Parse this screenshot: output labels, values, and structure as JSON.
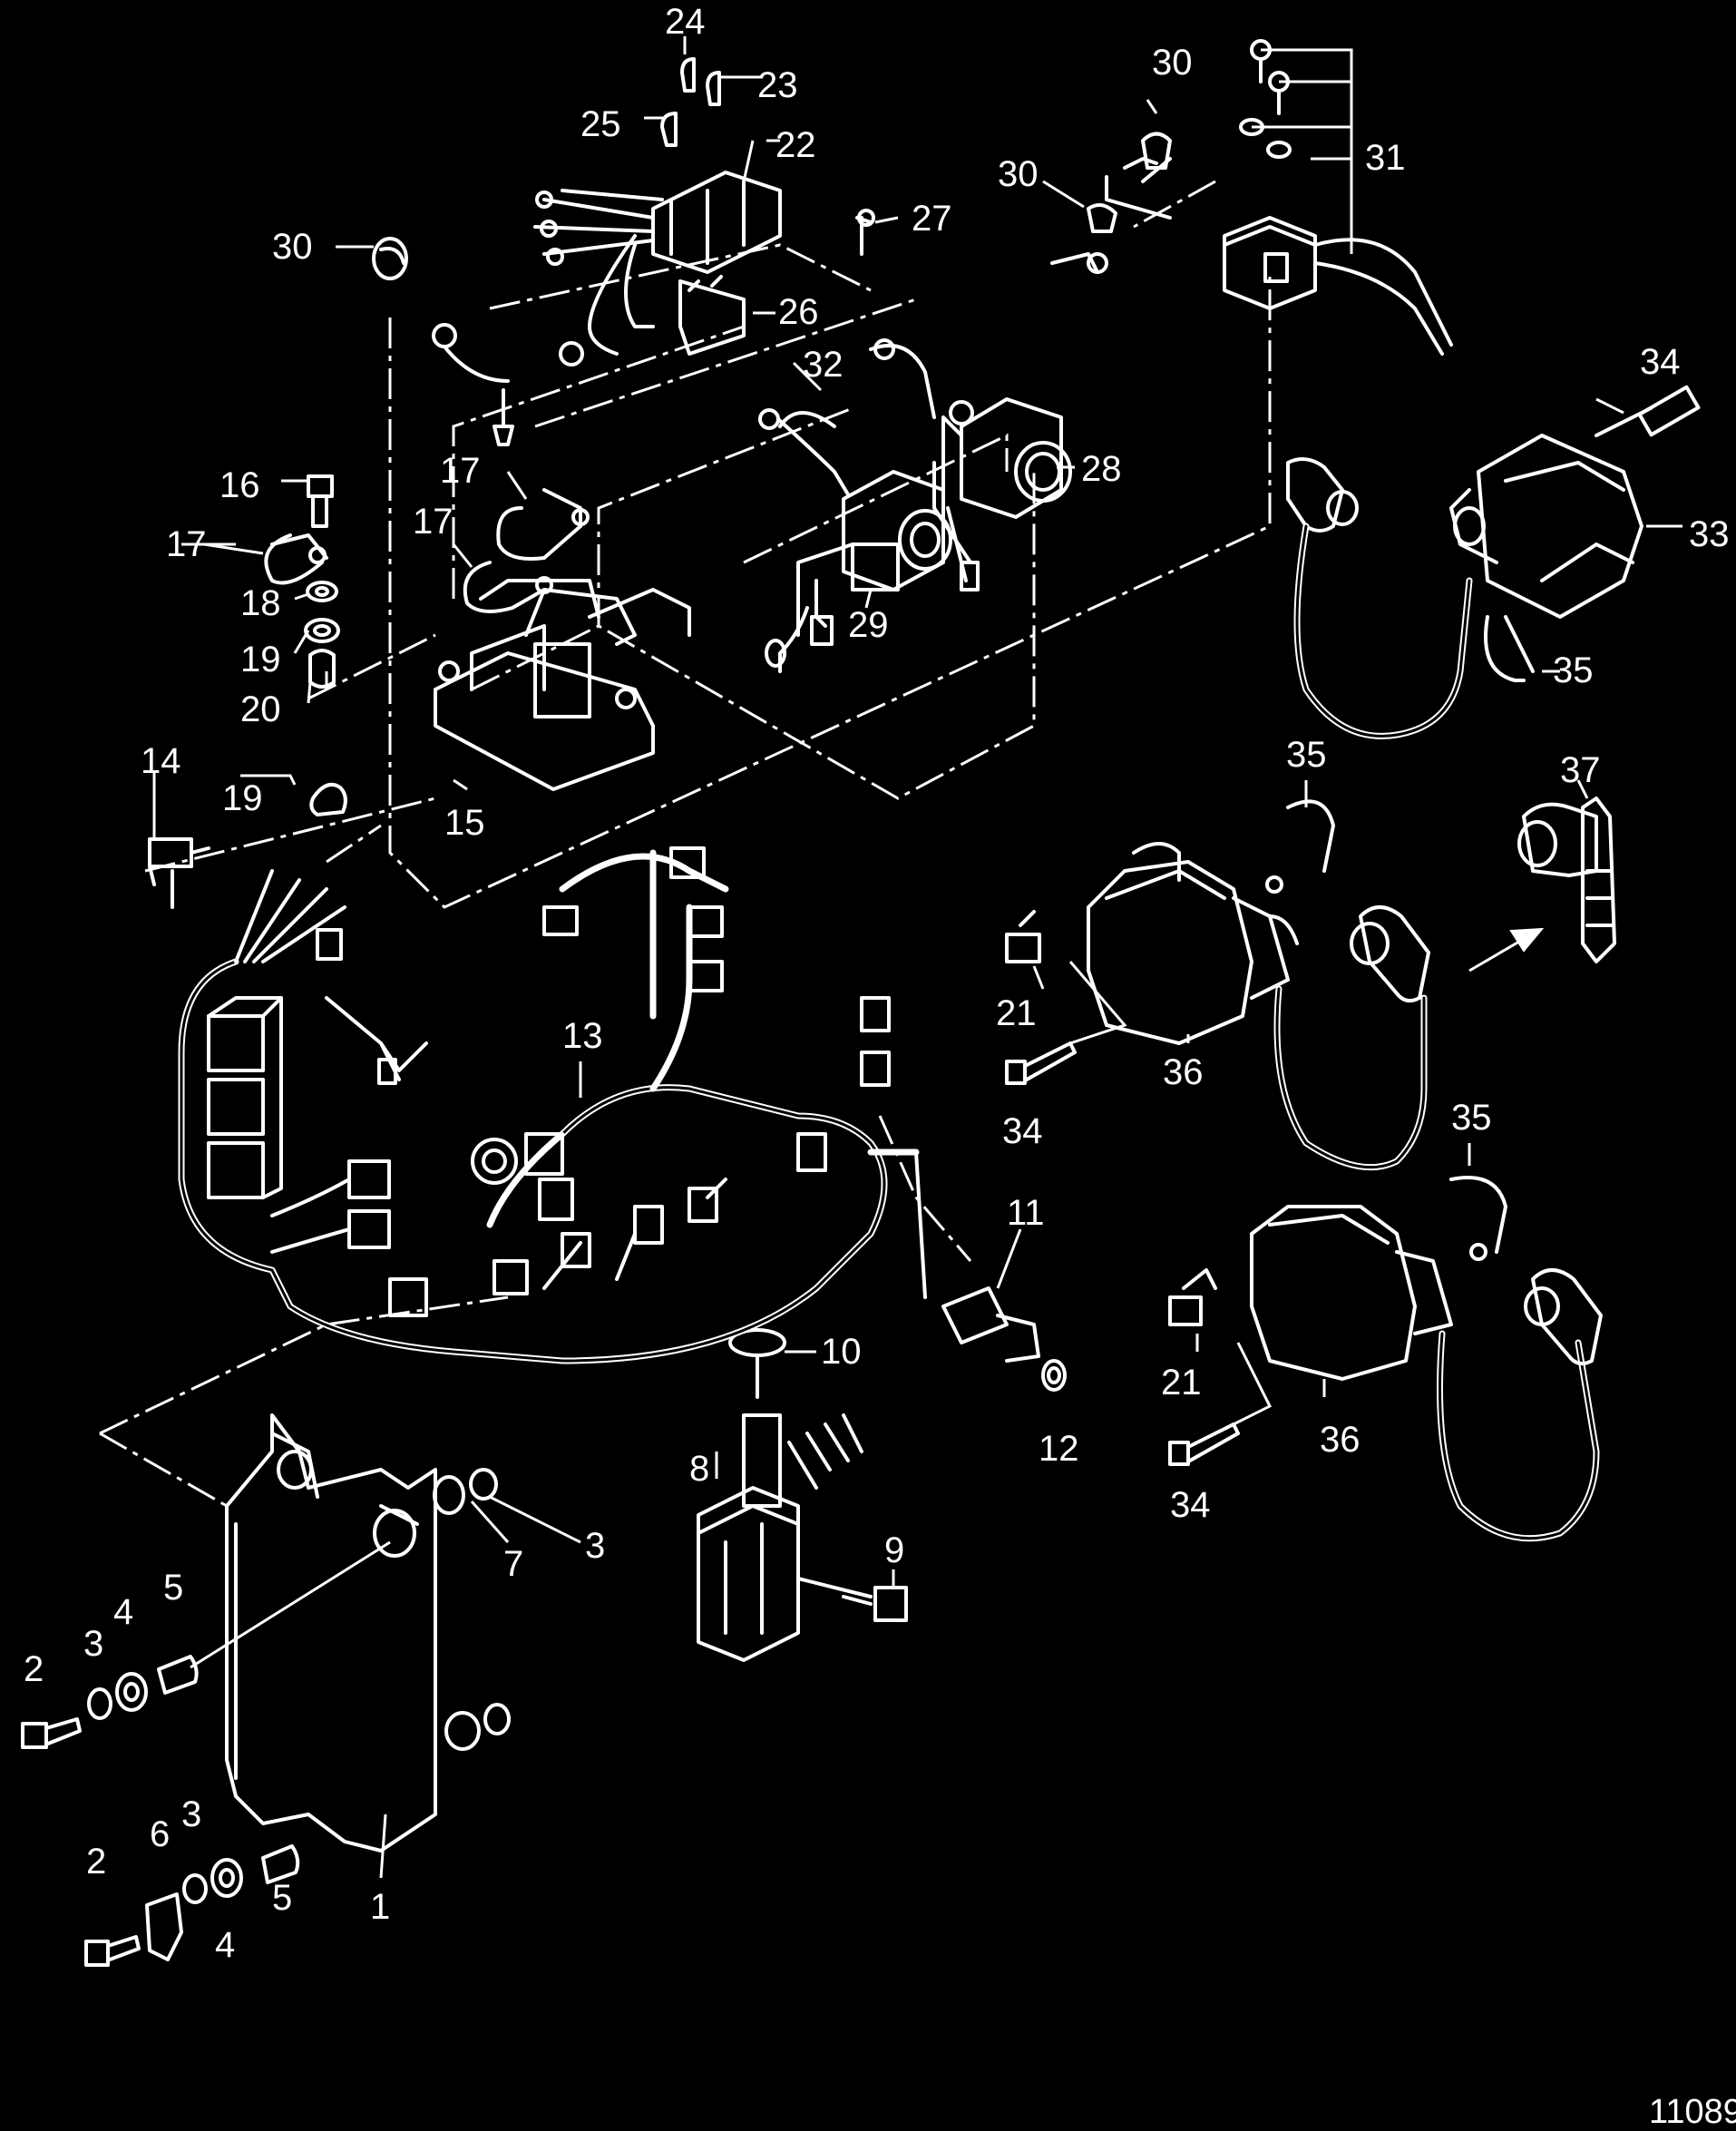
{
  "diagram": {
    "figure_number": "11089",
    "callouts": [
      "1",
      "2",
      "3",
      "4",
      "5",
      "6",
      "7",
      "8",
      "9",
      "10",
      "11",
      "12",
      "13",
      "14",
      "15",
      "16",
      "17",
      "18",
      "19",
      "20",
      "21",
      "22",
      "23",
      "24",
      "25",
      "26",
      "27",
      "28",
      "29",
      "30",
      "31",
      "32",
      "33",
      "34",
      "35",
      "36",
      "37"
    ]
  },
  "colors": {
    "background": "#000000",
    "line_art": "#ffffff"
  }
}
